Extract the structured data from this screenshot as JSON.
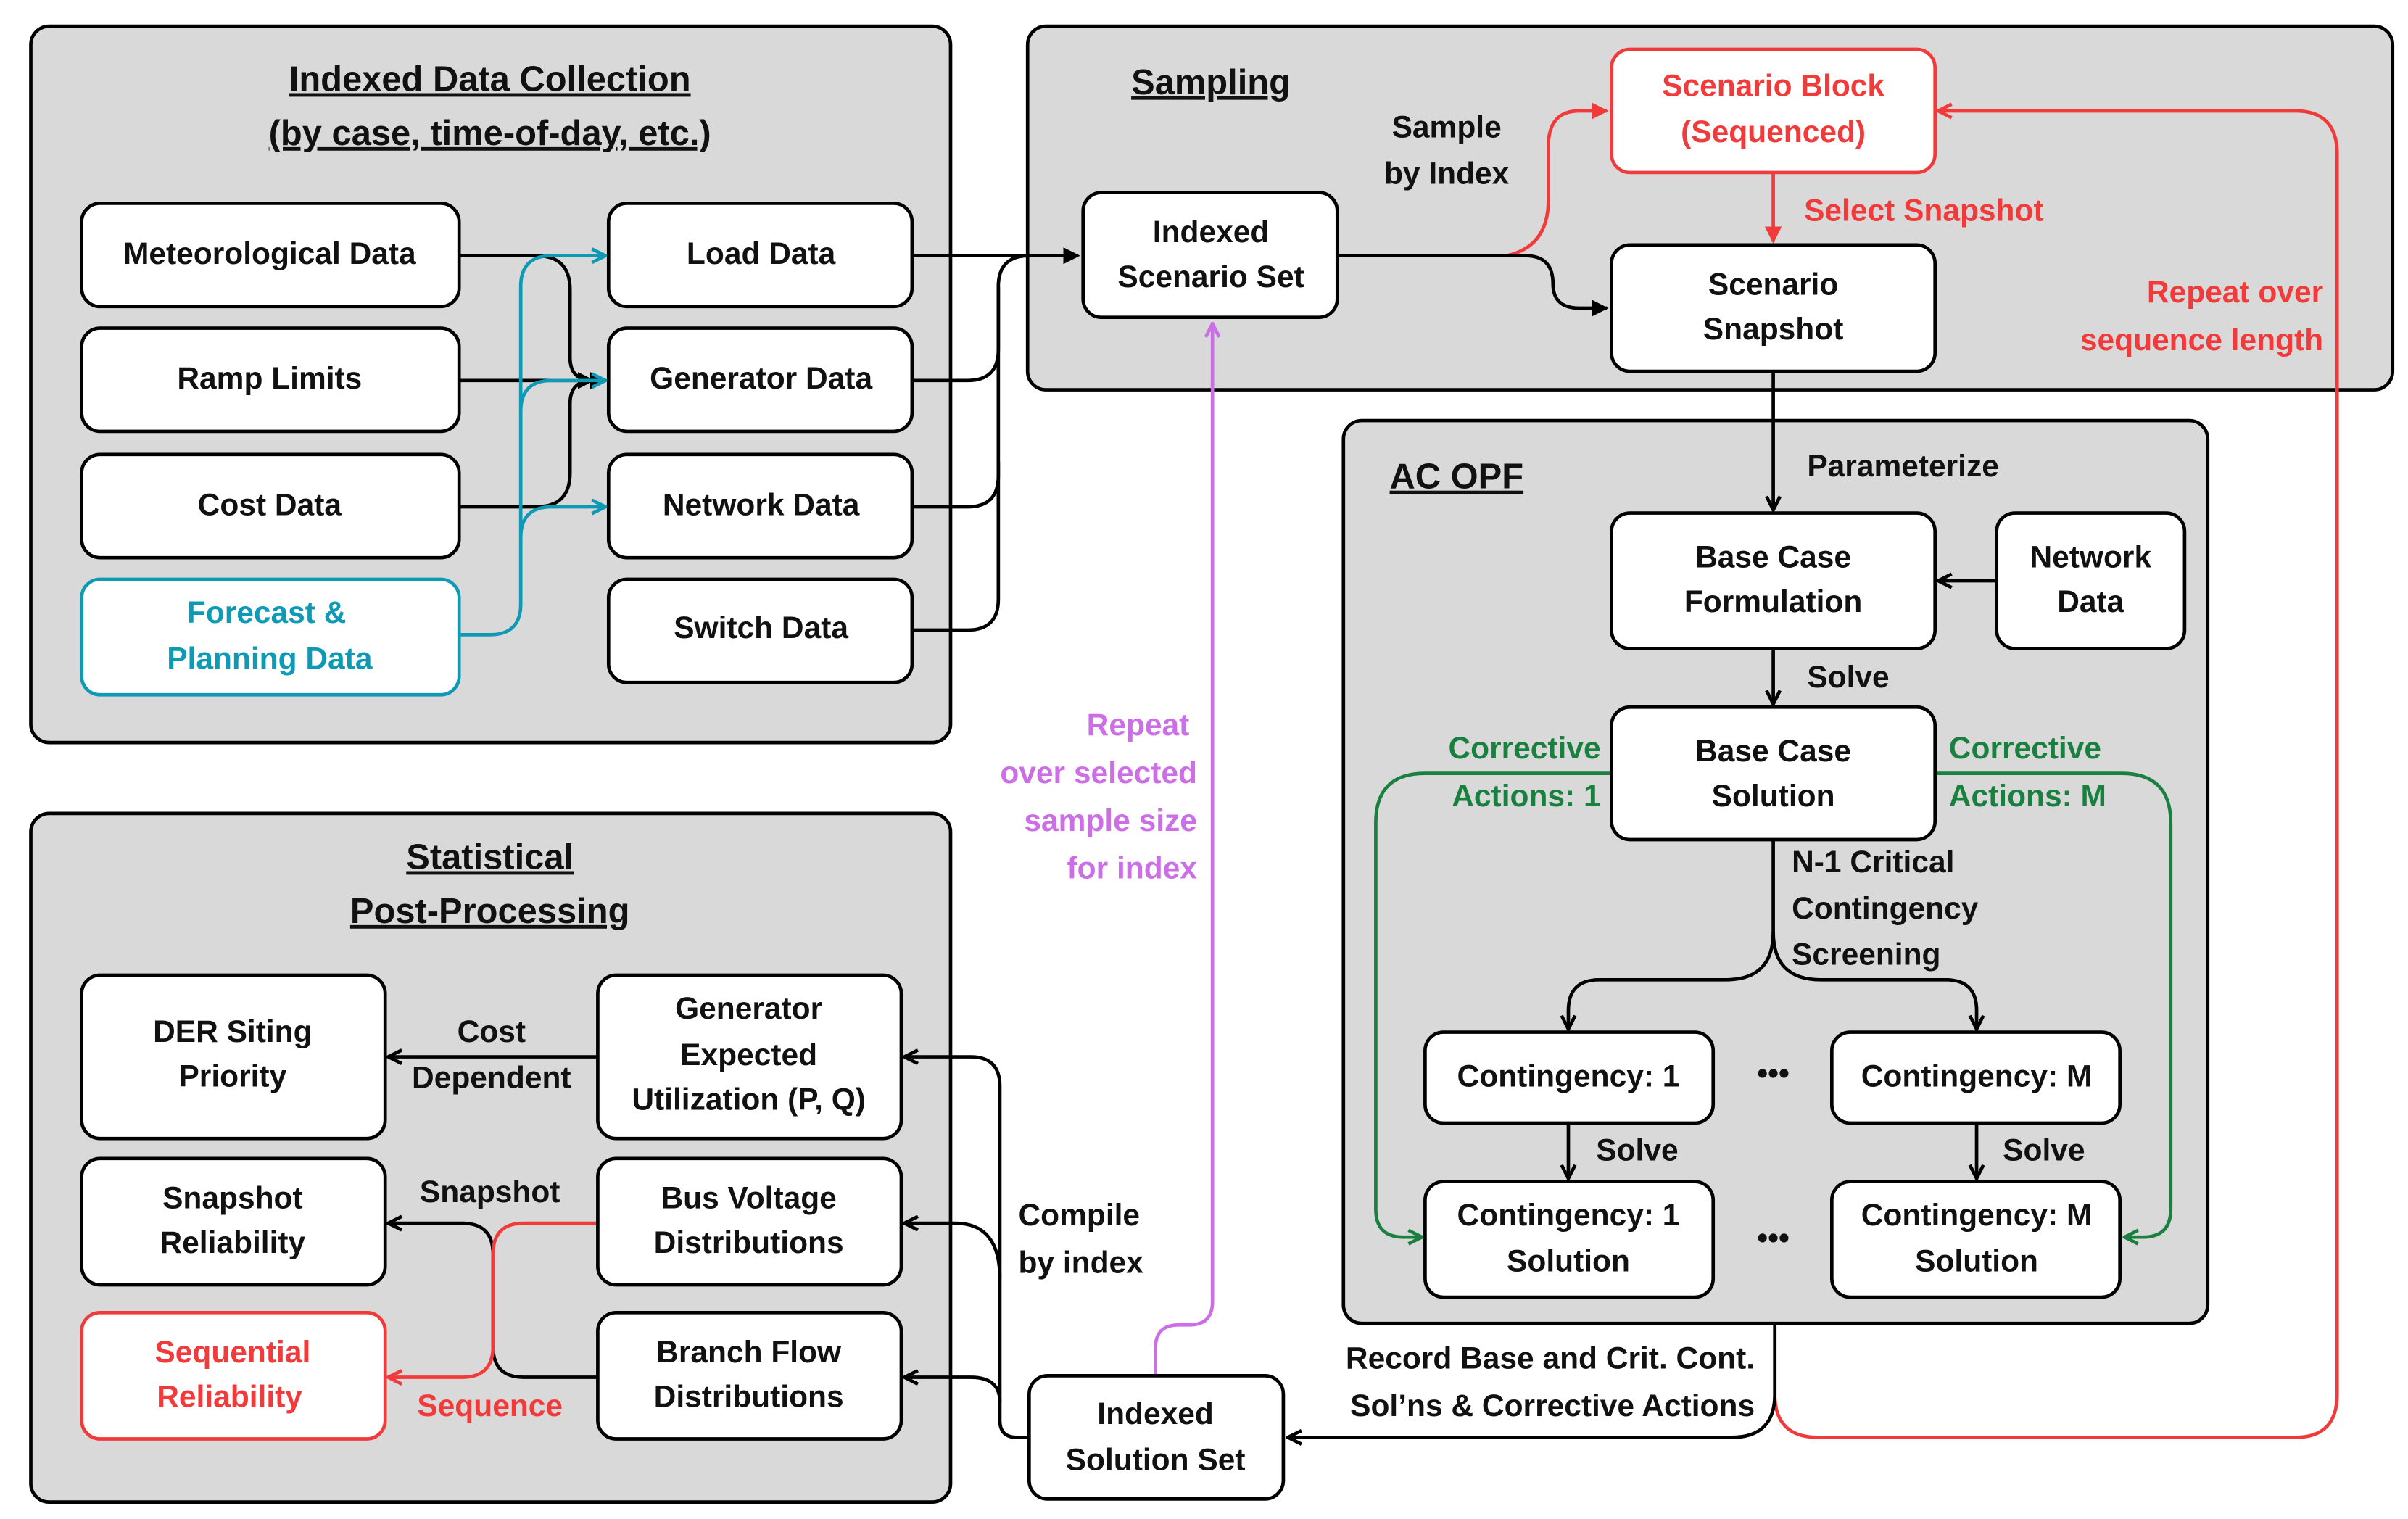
{
  "colors": {
    "panel": "#d9d9d9",
    "teal": "#0e9ab5",
    "red": "#f23a3a",
    "green": "#1a8040",
    "purple": "#cc6ee6"
  },
  "panels": {
    "data_collection": {
      "title_line1": "Indexed Data Collection",
      "title_line2": "(by case, time-of-day, etc.)"
    },
    "sampling": {
      "title": "Sampling"
    },
    "ac_opf": {
      "title": "AC OPF"
    },
    "post_processing": {
      "title_line1": "Statistical",
      "title_line2": "Post-Processing"
    }
  },
  "data_collection": {
    "sources": [
      {
        "lines": [
          "Meteorological Data"
        ]
      },
      {
        "lines": [
          "Ramp Limits"
        ]
      },
      {
        "lines": [
          "Cost Data"
        ]
      },
      {
        "lines": [
          "Forecast &",
          "Planning Data"
        ]
      }
    ],
    "targets": [
      {
        "lines": [
          "Load Data"
        ]
      },
      {
        "lines": [
          "Generator Data"
        ]
      },
      {
        "lines": [
          "Network Data"
        ]
      },
      {
        "lines": [
          "Switch Data"
        ]
      }
    ]
  },
  "sampling": {
    "indexed_scenario_set": [
      "Indexed",
      "Scenario Set"
    ],
    "scenario_block": [
      "Scenario Block",
      "(Sequenced)"
    ],
    "scenario_snapshot": [
      "Scenario",
      "Snapshot"
    ],
    "sample_by_index": [
      "Sample",
      "by Index"
    ],
    "select_snapshot": "Select Snapshot",
    "repeat_sequence": [
      "Repeat over",
      "sequence length"
    ]
  },
  "ac_opf": {
    "parameterize": "Parameterize",
    "base_case_formulation": [
      "Base Case",
      "Formulation"
    ],
    "network_data": [
      "Network",
      "Data"
    ],
    "solve": "Solve",
    "base_case_solution": [
      "Base Case",
      "Solution"
    ],
    "corrective_left": [
      "Corrective",
      "Actions: 1"
    ],
    "corrective_right": [
      "Corrective",
      "Actions: M"
    ],
    "screening": [
      "N-1 Critical",
      "Contingency",
      "Screening"
    ],
    "contingency_1": "Contingency: 1",
    "contingency_m": "Contingency: M",
    "solve_1": "Solve",
    "solve_m": "Solve",
    "contingency_1_solution": [
      "Contingency: 1",
      "Solution"
    ],
    "contingency_m_solution": [
      "Contingency: M",
      "Solution"
    ],
    "ellipsis": "•••"
  },
  "outputs": {
    "record": [
      "Record Base and Crit. Cont.",
      "Sol’ns & Corrective Actions"
    ],
    "indexed_solution_set": [
      "Indexed",
      "Solution Set"
    ],
    "compile_by_index": [
      "Compile",
      "by index"
    ],
    "repeat_sample": [
      "Repeat",
      "over selected",
      "sample size",
      "for index"
    ]
  },
  "post_processing": {
    "generator_utilization": [
      "Generator",
      "Expected",
      "Utilization (P, Q)"
    ],
    "bus_voltage": [
      "Bus Voltage",
      "Distributions"
    ],
    "branch_flow": [
      "Branch Flow",
      "Distributions"
    ],
    "der_siting": [
      "DER Siting",
      "Priority"
    ],
    "snapshot_reliability": [
      "Snapshot",
      "Reliability"
    ],
    "sequential_reliability": [
      "Sequential",
      "Reliability"
    ],
    "cost_dependent": [
      "Cost",
      "Dependent"
    ],
    "snapshot_label": "Snapshot",
    "sequence_label": "Sequence"
  }
}
